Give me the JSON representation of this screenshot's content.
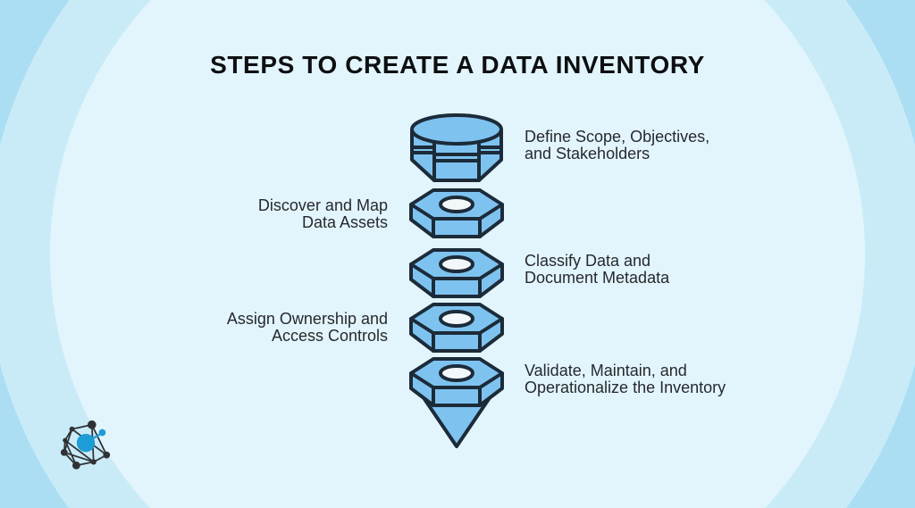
{
  "title": "STEPS TO CREATE A DATA INVENTORY",
  "steps": [
    {
      "side": "right",
      "line1": "Define Scope, Objectives,",
      "line2": "and Stakeholders",
      "icon": "database-icon"
    },
    {
      "side": "left",
      "line1": "Discover and Map",
      "line2": "Data Assets",
      "icon": "hex-nut-icon"
    },
    {
      "side": "right",
      "line1": "Classify Data and",
      "line2": "Document Metadata",
      "icon": "hex-nut-icon"
    },
    {
      "side": "left",
      "line1": "Assign Ownership and",
      "line2": "Access Controls",
      "icon": "hex-nut-icon"
    },
    {
      "side": "right",
      "line1": "Validate, Maintain, and",
      "line2": "Operationalize the Inventory",
      "icon": "hex-nut-funnel-tip-icon"
    }
  ],
  "colors": {
    "background_outer": "#ABDEF2",
    "background_middle": "#C9EBF8",
    "background_inner": "#E2F5FC",
    "shape_fill": "#7EC3F0",
    "shape_outline": "#1C2B39",
    "shape_hole": "#F2F7FA",
    "title_text": "#0D0F12",
    "label_text": "#26292E",
    "logo_accent": "#1E9CD6",
    "logo_dark": "#2F3134"
  },
  "logo": {
    "name": "network-logo"
  }
}
